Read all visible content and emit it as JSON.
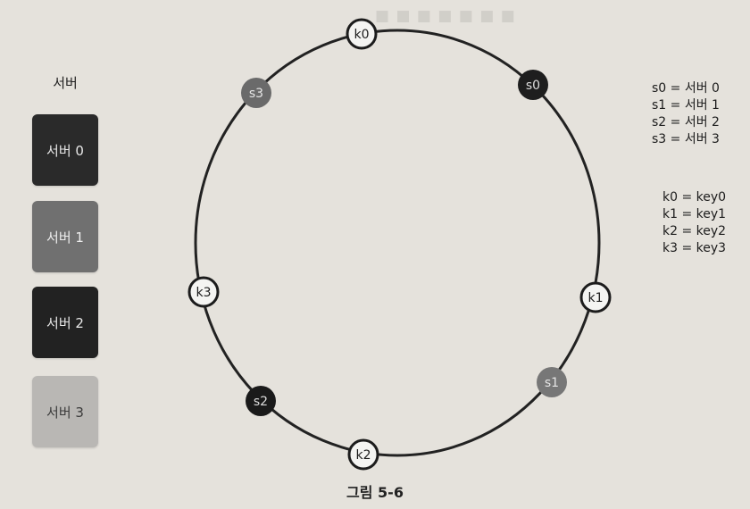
{
  "legend": {
    "title": "서버",
    "servers": [
      {
        "label": "서버 0",
        "color": "#2a2a2a",
        "text_color": "#e8e8e8"
      },
      {
        "label": "서버 1",
        "color": "#707070",
        "text_color": "#eeeeee"
      },
      {
        "label": "서버 2",
        "color": "#222222",
        "text_color": "#e8e8e8"
      },
      {
        "label": "서버 3",
        "color": "#b9b7b4",
        "text_color": "#3a3a3a"
      }
    ]
  },
  "ring": {
    "servers": [
      {
        "id": "s0",
        "color": "#1e1e1e",
        "text_color": "#dddddd"
      },
      {
        "id": "s1",
        "color": "#777777",
        "text_color": "#e6e6e6"
      },
      {
        "id": "s2",
        "color": "#1a1a1a",
        "text_color": "#dddddd"
      },
      {
        "id": "s3",
        "color": "#6a6a6a",
        "text_color": "#e6e6e6"
      }
    ],
    "keys": [
      {
        "id": "k0"
      },
      {
        "id": "k1"
      },
      {
        "id": "k2"
      },
      {
        "id": "k3"
      }
    ]
  },
  "server_mapping": [
    "s0 = 서버 0",
    "s1 = 서버 1",
    "s2 = 서버 2",
    "s3 = 서버 3"
  ],
  "key_mapping": [
    "k0 = key0",
    "k1 = key1",
    "k2 = key2",
    "k3 = key3"
  ],
  "caption": "그림 5-6"
}
